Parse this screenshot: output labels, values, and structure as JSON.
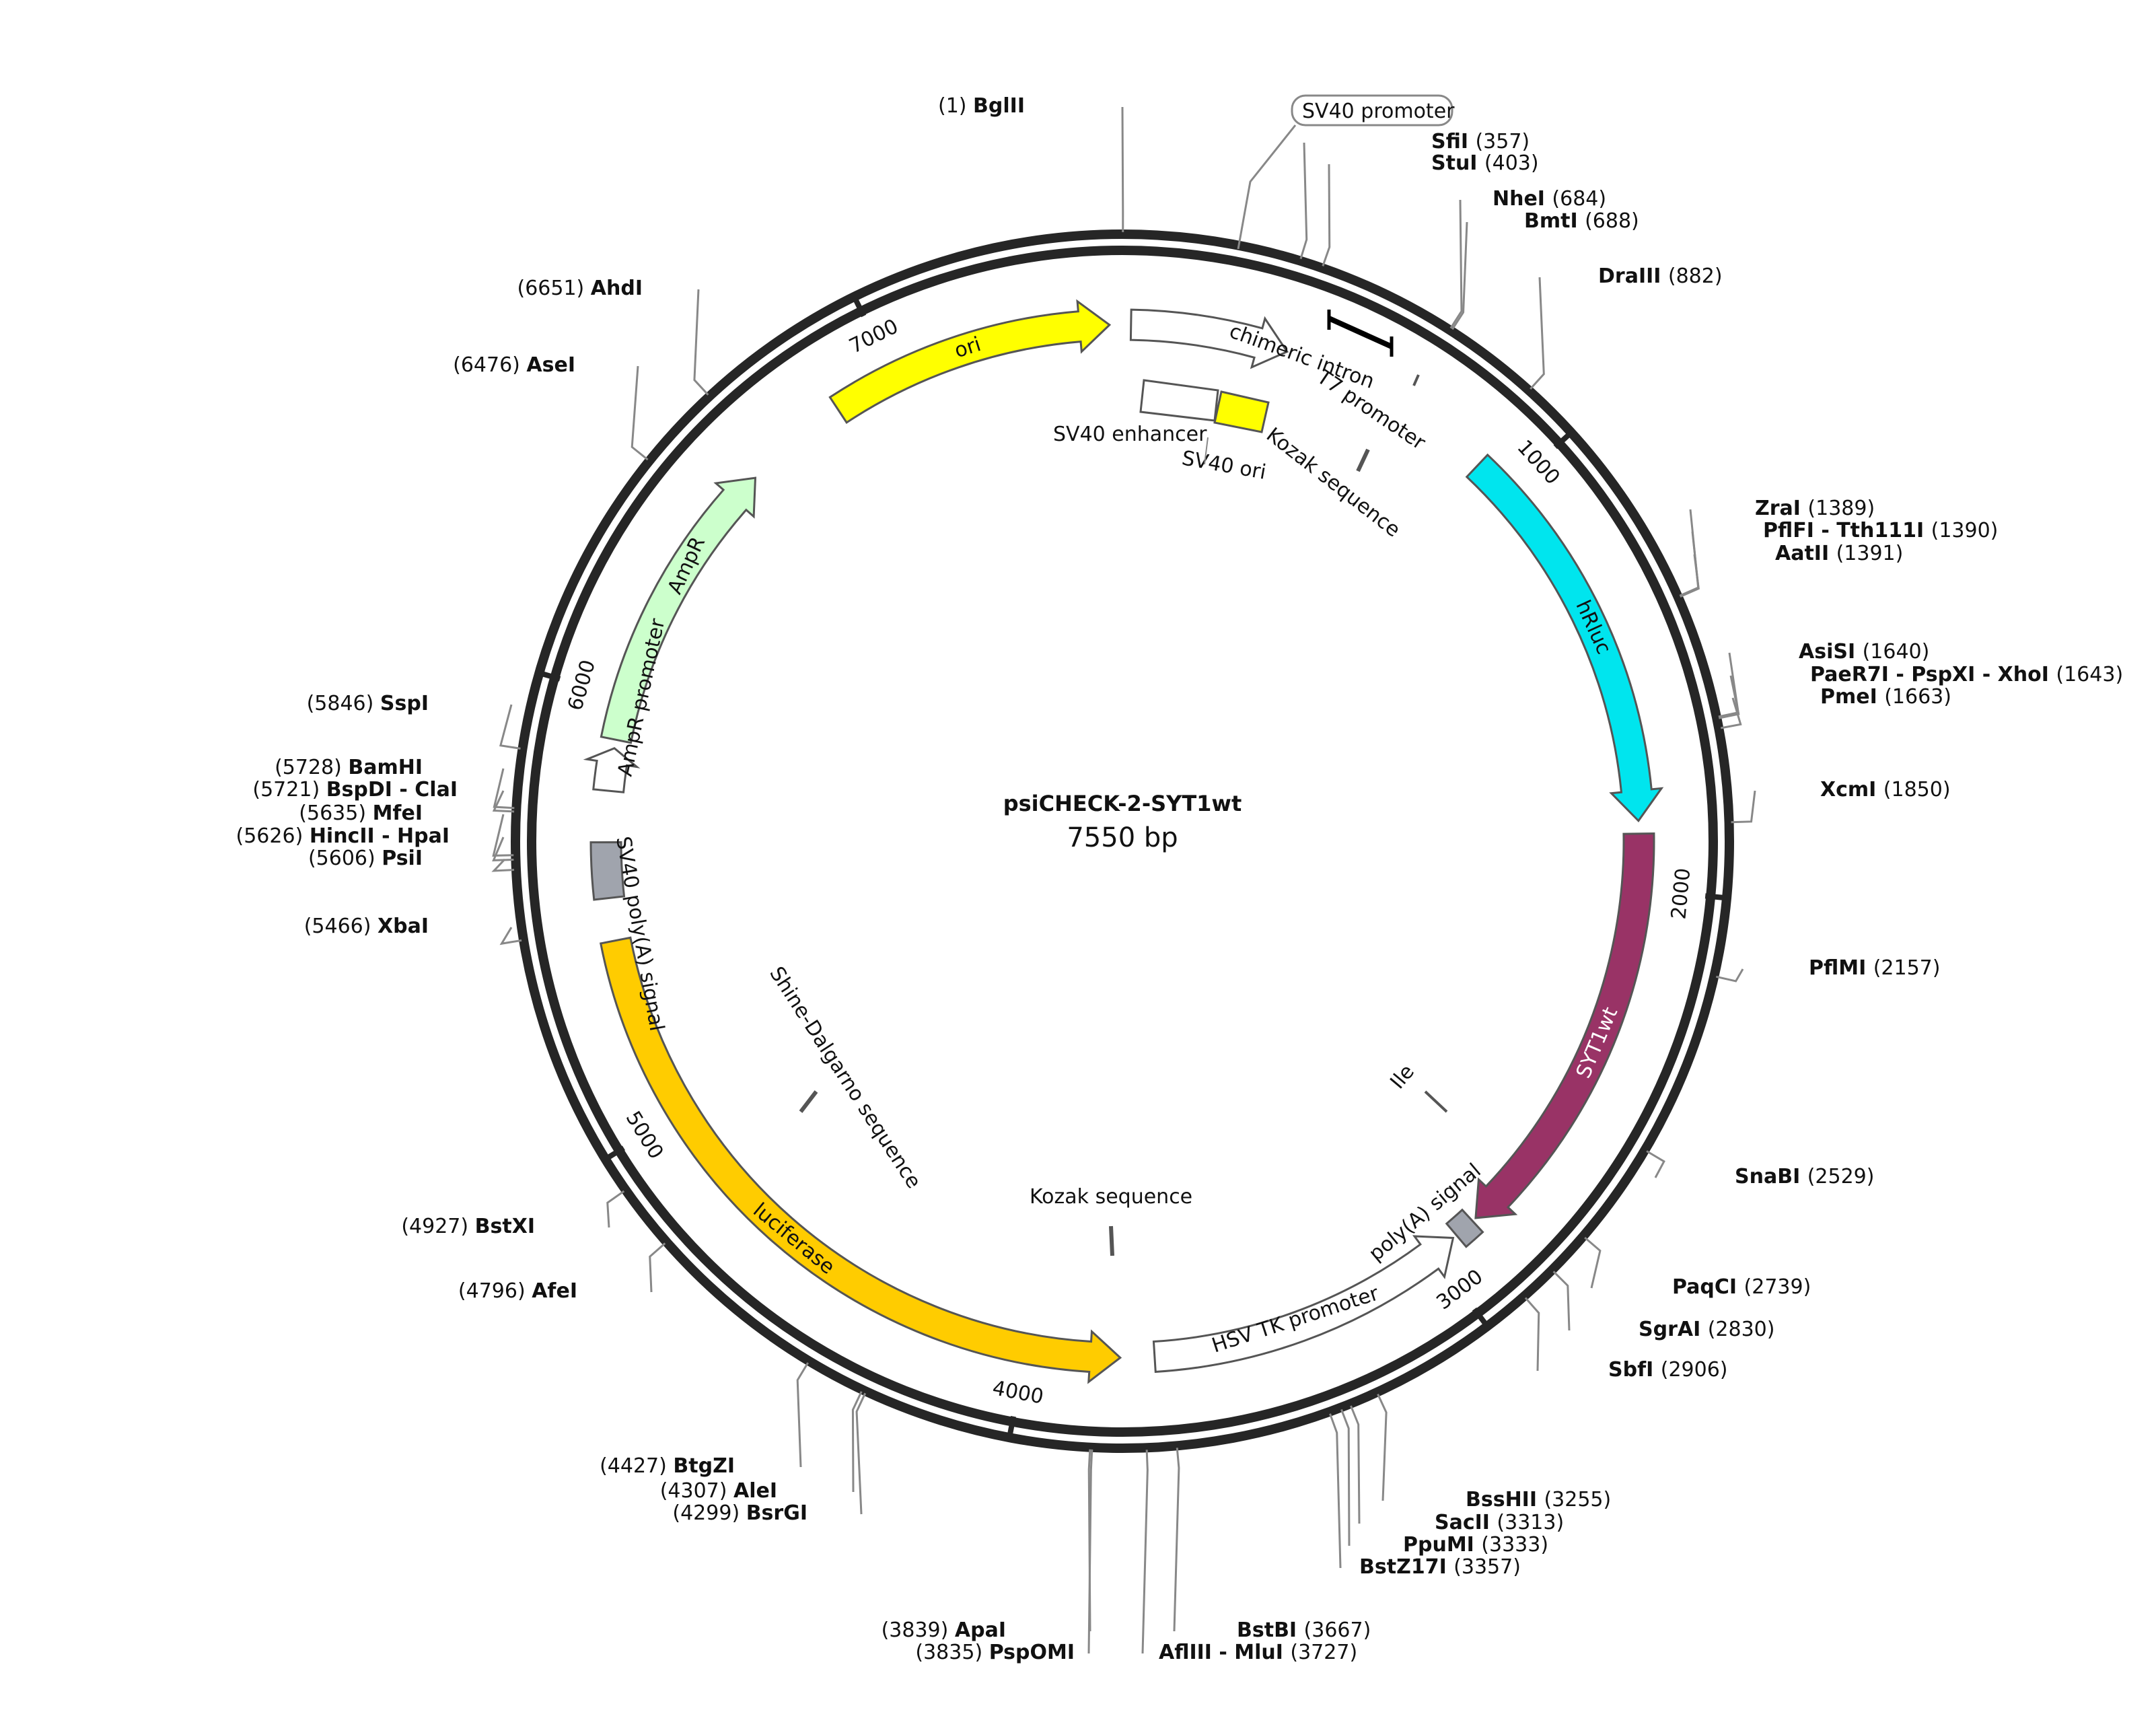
{
  "plasmid": {
    "name": "psiCHECK-2-SYT1wt",
    "length_label": "7550 bp",
    "length": 7550
  },
  "ticks": [
    "1000",
    "2000",
    "3000",
    "4000",
    "5000",
    "6000",
    "7000"
  ],
  "tick_positions": [
    1000,
    2000,
    3000,
    4000,
    5000,
    6000,
    7000
  ],
  "features": [
    {
      "name": "ori",
      "start": 6850,
      "end": 7520,
      "color": "#ffff00",
      "strand": 1,
      "label_inside": true
    },
    {
      "name": "",
      "start": 20,
      "end": 390,
      "color": "#ffffff",
      "strand": 1,
      "label_inside": false
    },
    {
      "name": "hRluc",
      "start": 910,
      "end": 1840,
      "color": "#00e5ee",
      "strand": 1,
      "label_inside": true
    },
    {
      "name": "SYT1wt",
      "start": 1870,
      "end": 2870,
      "color": "#993366",
      "strand": 1,
      "label_inside": true,
      "white_text": true
    },
    {
      "name": "",
      "start": 2880,
      "end": 2930,
      "color": "#a0a4ad",
      "strand": 0,
      "label_inside": false
    },
    {
      "name": "",
      "start": 2940,
      "end": 3700,
      "color": "#ffffff",
      "strand": -1,
      "label_inside": false
    },
    {
      "name": "luciferase",
      "start": 3780,
      "end": 5430,
      "color": "#ffcc00",
      "strand": -1,
      "label_inside": true
    },
    {
      "name": "",
      "start": 5530,
      "end": 5660,
      "color": "#a0a4ad",
      "strand": 0,
      "label_inside": false
    },
    {
      "name": "",
      "start": 5780,
      "end": 5880,
      "color": "#ffffff",
      "strand": 1,
      "label_inside": false
    },
    {
      "name": "",
      "start": 5900,
      "end": 6600,
      "color": "#ccffcc",
      "strand": 1,
      "label_inside": false
    }
  ],
  "feature_labels": [
    {
      "text": "chimeric intron",
      "key": "chimeric"
    },
    {
      "text": "T7 promoter",
      "key": "t7"
    },
    {
      "text": "SV40 enhancer",
      "key": "sv40enh"
    },
    {
      "text": "SV40 ori",
      "key": "sv40ori"
    },
    {
      "text": "Kozak sequence",
      "key": "kozak1"
    },
    {
      "text": "SV40 poly(A) signal",
      "key": "sv40polya"
    },
    {
      "text": "Shine-Dalgarno sequence",
      "key": "shine"
    },
    {
      "text": "Ile",
      "key": "ile"
    },
    {
      "text": "poly(A) signal",
      "key": "polya"
    },
    {
      "text": "HSV TK promoter",
      "key": "hsvtk"
    },
    {
      "text": "Kozak sequence",
      "key": "kozak2"
    },
    {
      "text": "AmpR",
      "key": "ampr"
    },
    {
      "text": "AmpR promoter",
      "key": "amprprom"
    }
  ],
  "callout": {
    "text": "SV40 promoter"
  },
  "sites": [
    {
      "pos": "(1)",
      "name": "BglII"
    },
    {
      "pos": "(357)",
      "name": "SfiI"
    },
    {
      "pos": "(403)",
      "name": "StuI"
    },
    {
      "pos": "(684)",
      "name": "NheI"
    },
    {
      "pos": "(688)",
      "name": "BmtI"
    },
    {
      "pos": "(882)",
      "name": "DraIII"
    },
    {
      "pos": "(1389)",
      "name": "ZraI"
    },
    {
      "pos": "(1390)",
      "name": "PflFI - Tth111I"
    },
    {
      "pos": "(1391)",
      "name": "AatII"
    },
    {
      "pos": "(1640)",
      "name": "AsiSI"
    },
    {
      "pos": "(1643)",
      "name": "PaeR7I - PspXI - XhoI"
    },
    {
      "pos": "(1663)",
      "name": "PmeI"
    },
    {
      "pos": "(1850)",
      "name": "XcmI"
    },
    {
      "pos": "(2157)",
      "name": "PflMI"
    },
    {
      "pos": "(2529)",
      "name": "SnaBI"
    },
    {
      "pos": "(2739)",
      "name": "PaqCI"
    },
    {
      "pos": "(2830)",
      "name": "SgrAI"
    },
    {
      "pos": "(2906)",
      "name": "SbfI"
    },
    {
      "pos": "(3255)",
      "name": "BssHII"
    },
    {
      "pos": "(3313)",
      "name": "SacII"
    },
    {
      "pos": "(3333)",
      "name": "PpuMI"
    },
    {
      "pos": "(3357)",
      "name": "BstZ17I"
    },
    {
      "pos": "(3667)",
      "name": "BstBI"
    },
    {
      "pos": "(3727)",
      "name": "AflIII - MluI"
    },
    {
      "pos": "(3839)",
      "name": "ApaI"
    },
    {
      "pos": "(3835)",
      "name": "PspOMI"
    },
    {
      "pos": "(4427)",
      "name": "BtgZI"
    },
    {
      "pos": "(4307)",
      "name": "AleI"
    },
    {
      "pos": "(4299)",
      "name": "BsrGI"
    },
    {
      "pos": "(4927)",
      "name": "BstXI"
    },
    {
      "pos": "(4796)",
      "name": "AfeI"
    },
    {
      "pos": "(5466)",
      "name": "XbaI"
    },
    {
      "pos": "(5606)",
      "name": "PsiI"
    },
    {
      "pos": "(5626)",
      "name": "HincII - HpaI"
    },
    {
      "pos": "(5635)",
      "name": "MfeI"
    },
    {
      "pos": "(5721)",
      "name": "BspDI - ClaI"
    },
    {
      "pos": "(5728)",
      "name": "BamHI"
    },
    {
      "pos": "(5846)",
      "name": "SspI"
    },
    {
      "pos": "(6476)",
      "name": "AseI"
    },
    {
      "pos": "(6651)",
      "name": "AhdI"
    }
  ]
}
